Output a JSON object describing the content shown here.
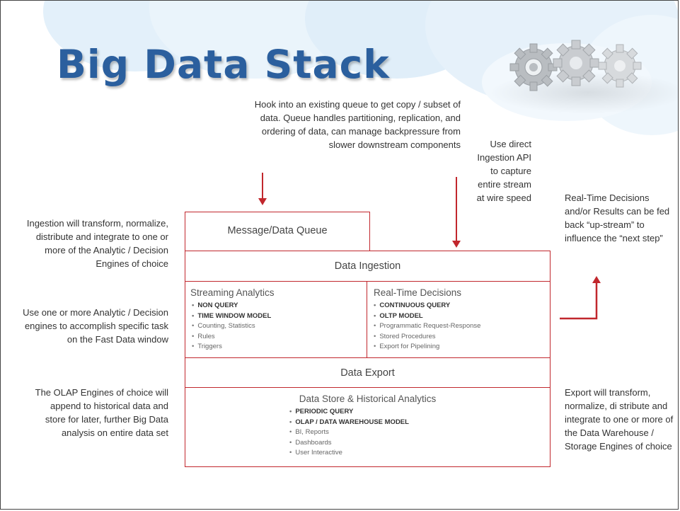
{
  "title": "Big Data Stack",
  "notes": {
    "queue_hook": "Hook into an existing queue to get copy / subset of data. Queue handles partitioning, replication, and ordering of data, can manage backpressure from slower downstream components",
    "direct_ingestion": "Use direct Ingestion API to capture entire stream at wire speed",
    "ingestion_left": "Ingestion will transform, normalize, distribute and integrate to one or more of the Analytic / Decision Engines of choice",
    "engines_left": "Use one or more Analytic / Decision engines to accomplish specific task on the Fast Data window",
    "olap_left": "The OLAP Engines of choice will append to historical data and store for later, further Big Data analysis on entire data set",
    "realtime_right": "Real-Time Decisions and/or Results can be fed back “up-stream” to influence the “next step”",
    "export_right": "Export will transform, normalize, di stribute and integrate to one or more of the Data Warehouse / Storage Engines of choice"
  },
  "stack": {
    "message_queue": "Message/Data Queue",
    "data_ingestion": "Data Ingestion",
    "streaming": {
      "title": "Streaming Analytics",
      "items": [
        "NON QUERY",
        "TIME WINDOW MODEL",
        "Counting, Statistics",
        "Rules",
        "Triggers"
      ]
    },
    "realtime": {
      "title": "Real-Time Decisions",
      "items": [
        "CONTINUOUS QUERY",
        "OLTP MODEL",
        "Programmatic Request-Response",
        "Stored Procedures",
        "Export for Pipelining"
      ]
    },
    "data_export": "Data Export",
    "store": {
      "title": "Data Store & Historical Analytics",
      "items": [
        "PERIODIC QUERY",
        "OLAP / DATA WAREHOUSE MODEL",
        "BI, Reports",
        "Dashboards",
        "User Interactive"
      ]
    }
  },
  "colors": {
    "title": "#2b5f9e",
    "box_border": "#c1272d",
    "arrow": "#c1272d"
  },
  "icons": [
    "gears-icon"
  ]
}
